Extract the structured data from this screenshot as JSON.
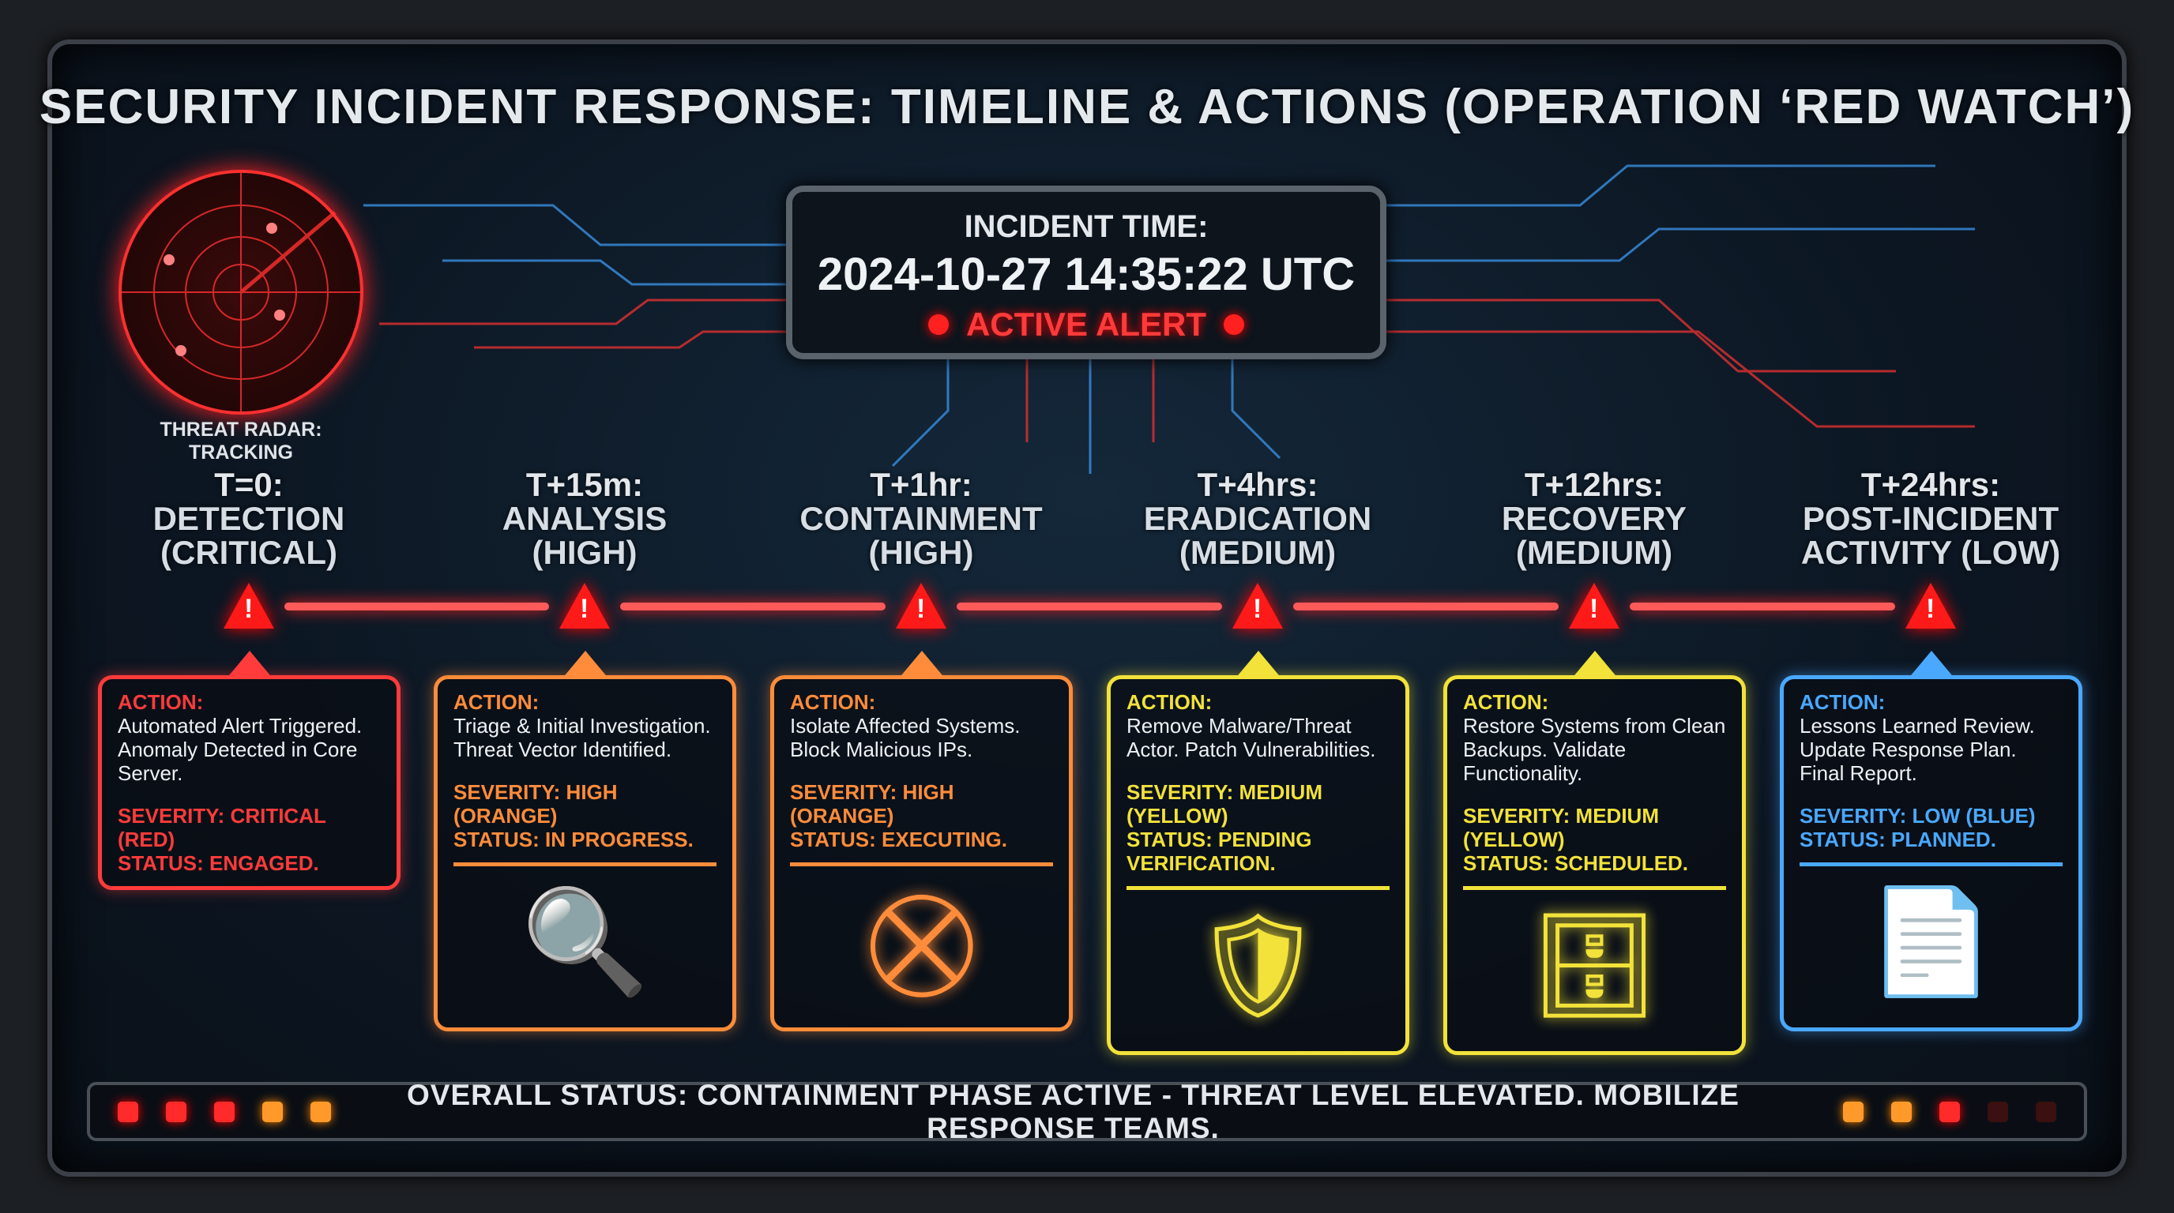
{
  "title": "SECURITY INCIDENT RESPONSE: TIMELINE & ACTIONS (OPERATION ‘RED WATCH’)",
  "radar": {
    "label": "THREAT RADAR: TRACKING",
    "icon": "radar-icon"
  },
  "incident": {
    "label": "INCIDENT TIME:",
    "time": "2024-10-27 14:35:22 UTC",
    "alert": "ACTIVE ALERT"
  },
  "colors": {
    "critical": "#ff3b3b",
    "high": "#ff8c3a",
    "medium": "#f2e23a",
    "low": "#4aa8ff",
    "timeline": "#ff3030"
  },
  "phases": [
    {
      "time": "T=0:",
      "name": "DETECTION",
      "level": "(CRITICAL)",
      "action_label": "ACTION:",
      "action": "Automated Alert Triggered. Anomaly Detected in Core Server.",
      "severity": "SEVERITY: CRITICAL (RED)",
      "status": "STATUS: ENGAGED.",
      "icon": "none"
    },
    {
      "time": "T+15m:",
      "name": "ANALYSIS",
      "level": "(HIGH)",
      "action_label": "ACTION:",
      "action": "Triage & Initial Investigation. Threat Vector Identified.",
      "severity": "SEVERITY: HIGH (ORANGE)",
      "status": "STATUS: IN PROGRESS.",
      "icon": "magnifier-code-icon"
    },
    {
      "time": "T+1hr:",
      "name": "CONTAINMENT",
      "level": "(HIGH)",
      "action_label": "ACTION:",
      "action": "Isolate Affected Systems. Block Malicious IPs.",
      "severity": "SEVERITY: HIGH (ORANGE)",
      "status": "STATUS: EXECUTING.",
      "icon": "network-isolation-icon"
    },
    {
      "time": "T+4hrs:",
      "name": "ERADICATION",
      "level": "(MEDIUM)",
      "action_label": "ACTION:",
      "action": "Remove Malware/Threat Actor. Patch Vulnerabilities.",
      "severity": "SEVERITY: MEDIUM (YELLOW)",
      "status": "STATUS: PENDING VERIFICATION.",
      "icon": "shield-broom-icon"
    },
    {
      "time": "T+12hrs:",
      "name": "RECOVERY",
      "level": "(MEDIUM)",
      "action_label": "ACTION:",
      "action": "Restore Systems from Clean Backups. Validate Functionality.",
      "severity": "SEVERITY: MEDIUM (YELLOW)",
      "status": "STATUS: SCHEDULED.",
      "icon": "server-restore-icon"
    },
    {
      "time": "T+24hrs:",
      "name": "POST-INCIDENT",
      "level": "ACTIVITY (LOW)",
      "action_label": "ACTION:",
      "action": "Lessons Learned Review. Update Response Plan. Final Report.",
      "severity": "SEVERITY: LOW (BLUE)",
      "status": "STATUS: PLANNED.",
      "icon": "document-check-icon"
    }
  ],
  "status_bar": {
    "text": "OVERALL STATUS: CONTAINMENT PHASE ACTIVE - THREAT LEVEL ELEVATED. MOBILIZE RESPONSE TEAMS."
  }
}
